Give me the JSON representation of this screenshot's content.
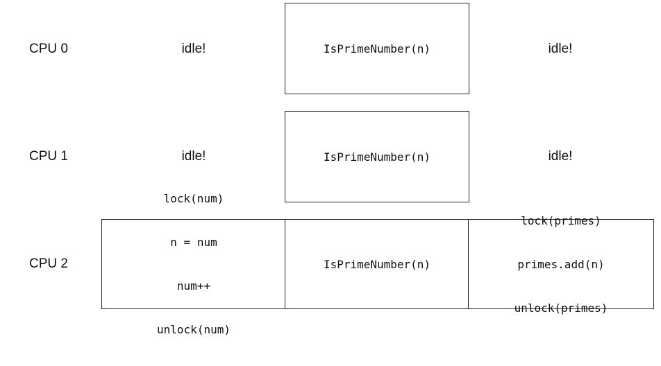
{
  "rows": [
    {
      "cpu": "CPU 0",
      "left": "idle!",
      "middle": "IsPrimeNumber(n)",
      "right": "idle!"
    },
    {
      "cpu": "CPU 1",
      "left": "idle!",
      "middle": "IsPrimeNumber(n)",
      "right": "idle!"
    },
    {
      "cpu": "CPU 2",
      "left_lines": [
        "lock(num)",
        "n = num",
        "num++",
        "unlock(num)"
      ],
      "middle": "IsPrimeNumber(n)",
      "right_lines": [
        "lock(primes)",
        "primes.add(n)",
        "unlock(primes)"
      ]
    }
  ]
}
